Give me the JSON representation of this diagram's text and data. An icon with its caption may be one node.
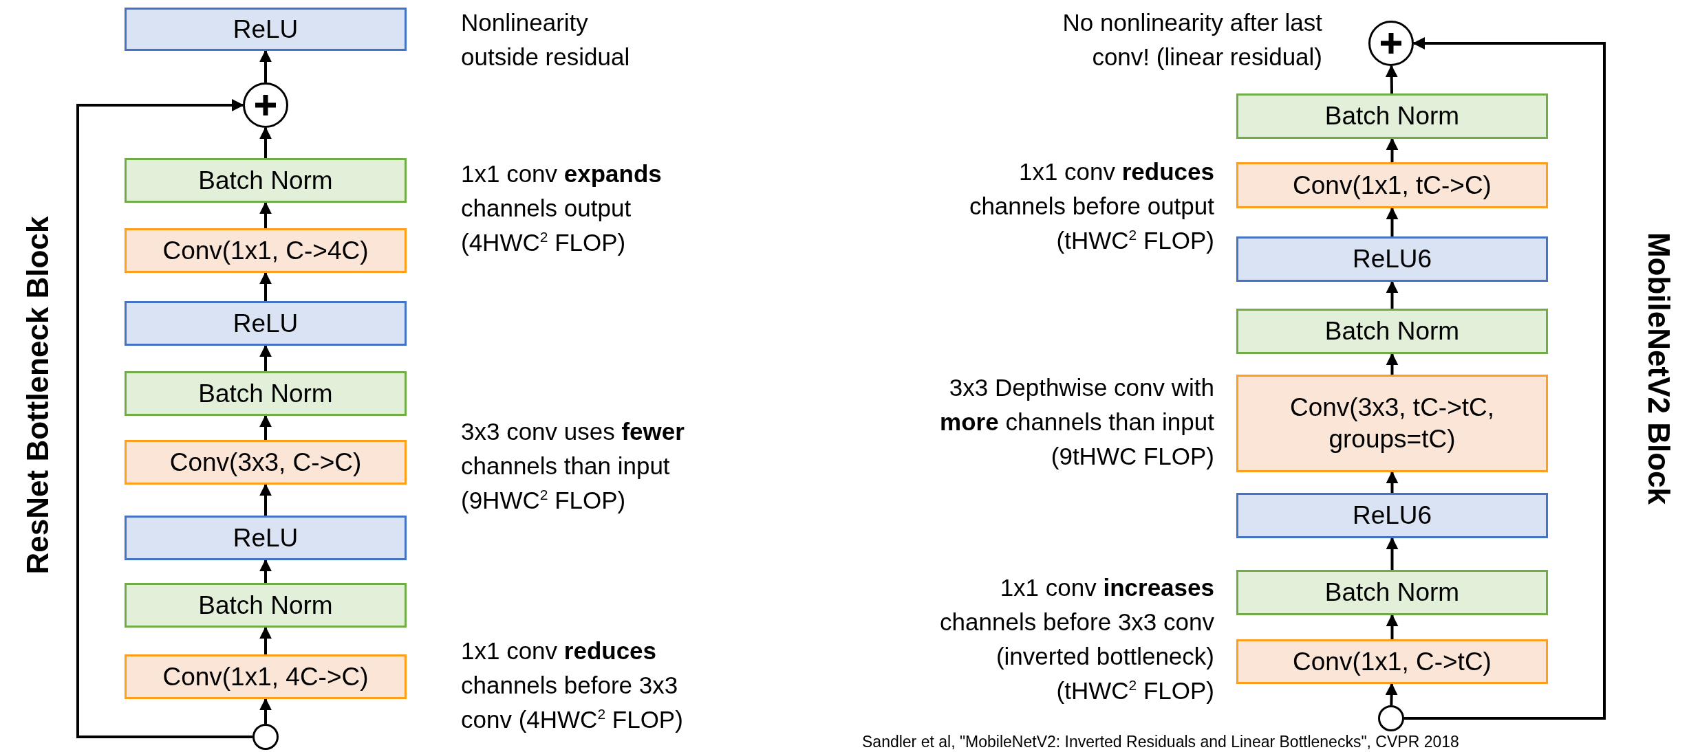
{
  "diagram": {
    "caption": "Sandler et al, \"MobileNetV2: Inverted Residuals and Linear Bottlenecks\", CVPR 2018",
    "nodes": [
      {
        "text": [
          "ReLU"
        ]
      },
      {
        "text": [],
        "shape": "circle"
      },
      {
        "text": [
          "Batch Norm"
        ]
      },
      {
        "text": [
          "Conv(1x1, C->4C)"
        ]
      },
      {
        "text": [
          "ReLU"
        ]
      },
      {
        "text": [
          "Batch Norm"
        ]
      },
      {
        "text": [
          "Conv(3x3, C->C)"
        ]
      },
      {
        "text": [
          "ReLU"
        ]
      },
      {
        "text": [
          "Batch Norm"
        ]
      },
      {
        "text": [
          "Conv(1x1, 4C->C)"
        ]
      },
      {
        "text": [],
        "shape": "circle"
      },
      {
        "text": [],
        "shape": "circle"
      },
      {
        "text": [
          "Batch Norm"
        ]
      },
      {
        "text": [
          "Conv(1x1, tC->C)"
        ]
      },
      {
        "text": [
          "ReLU6"
        ]
      },
      {
        "text": [
          "Batch Norm"
        ]
      },
      {
        "text": [
          "Conv(3x3, tC->tC, groups=tC)"
        ]
      },
      {
        "text": [
          "ReLU6"
        ]
      },
      {
        "text": [
          "Batch Norm"
        ]
      },
      {
        "text": [
          "Conv(1x1, C->tC)"
        ]
      },
      {
        "text": [],
        "shape": "circle"
      }
    ],
    "edges": [
      {
        "from": 10,
        "to": 9,
        "arrow": "to"
      },
      {
        "from": 9,
        "to": 8,
        "arrow": "to"
      },
      {
        "from": 8,
        "to": 7,
        "arrow": "to"
      },
      {
        "from": 7,
        "to": 6,
        "arrow": "to"
      },
      {
        "from": 6,
        "to": 5,
        "arrow": "to"
      },
      {
        "from": 5,
        "to": 4,
        "arrow": "to"
      },
      {
        "from": 4,
        "to": 3,
        "arrow": "to"
      },
      {
        "from": 3,
        "to": 2,
        "arrow": "to"
      },
      {
        "from": 2,
        "to": 1,
        "arrow": "to"
      },
      {
        "from": 1,
        "to": 0,
        "arrow": "to"
      },
      {
        "from": 10,
        "to": 1,
        "arrow": "to"
      },
      {
        "from": 20,
        "to": 19,
        "arrow": "to"
      },
      {
        "from": 19,
        "to": 18,
        "arrow": "to"
      },
      {
        "from": 18,
        "to": 17,
        "arrow": "to"
      },
      {
        "from": 17,
        "to": 16,
        "arrow": "to"
      },
      {
        "from": 16,
        "to": 15,
        "arrow": "to"
      },
      {
        "from": 15,
        "to": 14,
        "arrow": "to"
      },
      {
        "from": 14,
        "to": 13,
        "arrow": "to"
      },
      {
        "from": 13,
        "to": 12,
        "arrow": "to"
      },
      {
        "from": 12,
        "to": 11,
        "arrow": "to"
      },
      {
        "from": 20,
        "to": 11,
        "arrow": "to"
      }
    ],
    "labels": [
      "Nonlinearity outside residual",
      "No nonlinearity after last conv! (linear residual)",
      "1x1 conv **expands** channels output (4HWC$^{2}$ FLOP)",
      "1x1 conv **reduces** channels before output (tHWC$^{2}$ FLOP)",
      "MobileNetV2 Block",
      "ResNet Bottleneck Block",
      "3x3 Depthwise conv with **more** channels than input (9tHWC FLOP)",
      "3x3 conv uses **fewer** channels than input (9HWC$^{2}$ FLOP)",
      "1x1 conv **increases** channels before 3x3 conv (inverted bottleneck) (tHWC$^{2}$ FLOP)",
      "1x1 conv **reduces** channels before 3x3 conv (4HWC$^{2}$ FLOP)"
    ]
  }
}
